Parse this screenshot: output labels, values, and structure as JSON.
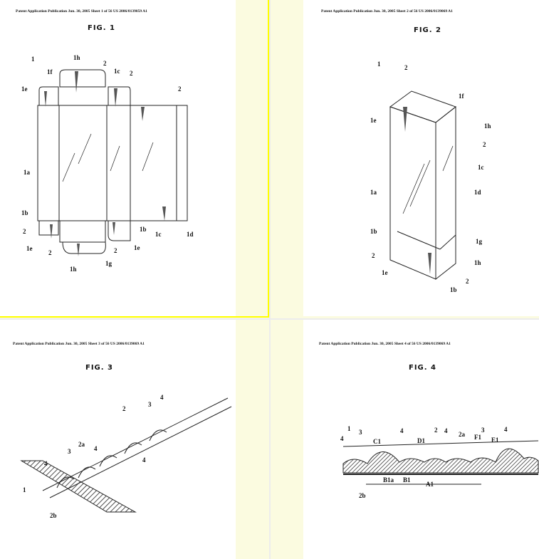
{
  "pages": [
    {
      "header": "Patent Application Publication   Jun. 30, 2005   Sheet 1 of 56        US 2006/0139059 A1",
      "figure": "FIG. 1",
      "labels": [
        "1",
        "1h",
        "2",
        "1f",
        "1e",
        "1c",
        "2",
        "2",
        "1a",
        "1b",
        "2",
        "1e",
        "2",
        "1h",
        "1g",
        "2",
        "1e",
        "1b",
        "1c",
        "1d"
      ],
      "selected": true
    },
    {
      "header": "Patent Application Publication   Jun. 30, 2005   Sheet 2 of 56        US 2006/0139069 A1",
      "figure": "FIG. 2",
      "labels": [
        "1",
        "2",
        "1f",
        "1e",
        "1h",
        "2",
        "1c",
        "1d",
        "1a",
        "1b",
        "2",
        "1g",
        "1h",
        "1e",
        "2",
        "1b"
      ],
      "selected": false
    },
    {
      "header": "Patent Application Publication   Jun. 30, 2005   Sheet 3 of 56        US 2006/0139069 A1",
      "figure": "FIG. 3",
      "labels": [
        "2",
        "3",
        "4",
        "2a",
        "3",
        "4",
        "4",
        "4",
        "1",
        "2b"
      ],
      "selected": false
    },
    {
      "header": "Patent Application Publication   Jun. 30, 2005   Sheet 4 of 56        US 2006/0139069 A1",
      "figure": "FIG. 4",
      "labels": [
        "1",
        "3",
        "C1",
        "4",
        "D1",
        "2",
        "4",
        "2a",
        "F1",
        "3",
        "E1",
        "4",
        "4",
        "B1a",
        "B1",
        "A1",
        "2b"
      ],
      "selected": false
    }
  ],
  "colors": {
    "selection": "#ffff00",
    "background": "#fbfbe0"
  }
}
